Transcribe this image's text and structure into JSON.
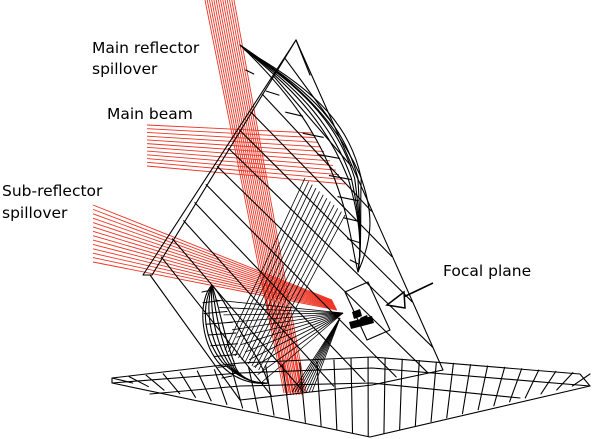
{
  "labels": {
    "main_reflector_spillover": [
      "Main reflector",
      "spillover"
    ],
    "main_beam": "Main beam",
    "sub_reflector_spillover": [
      "Sub-reflector",
      "spillover"
    ],
    "focal_plane": "Focal plane"
  },
  "colors": {
    "ray_red": "#ee3322",
    "wireframe": "#000000",
    "background": "#ffffff"
  }
}
